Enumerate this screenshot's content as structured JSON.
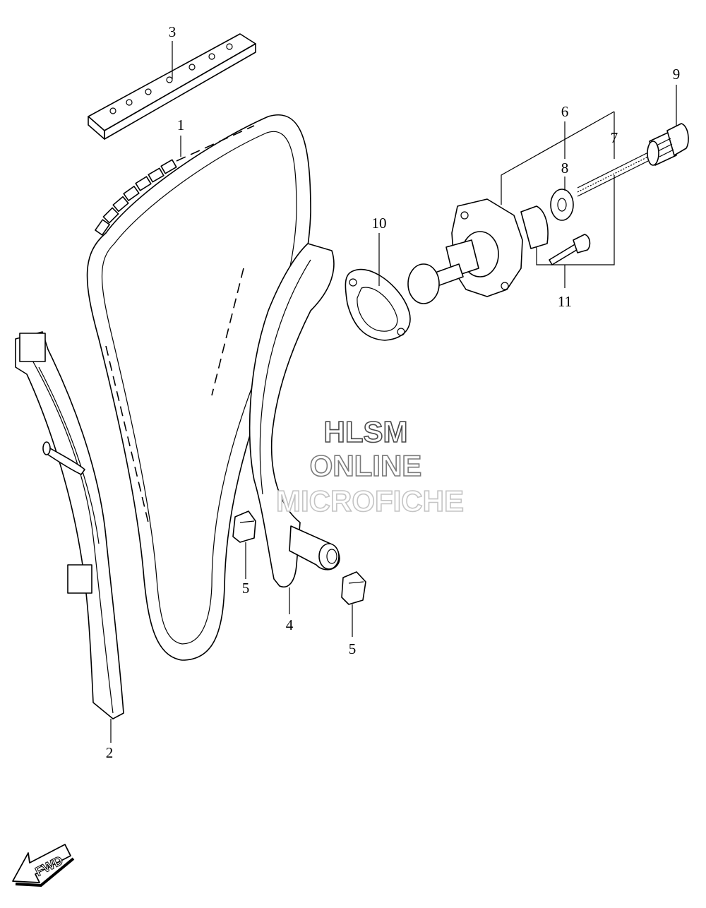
{
  "callouts": [
    "1",
    "2",
    "3",
    "4",
    "5",
    "5",
    "6",
    "7",
    "8",
    "9",
    "10",
    "11"
  ],
  "watermark": {
    "line1": "HLSM",
    "line2": "ONLINE",
    "line3": "MICROFICHE"
  },
  "direction_label": "FWD",
  "colors": {
    "line": "#000000",
    "background": "#ffffff",
    "watermark_dark": "#4a4a4a",
    "watermark_mid": "#7a7a7a",
    "watermark_light": "#c4c4c4"
  }
}
